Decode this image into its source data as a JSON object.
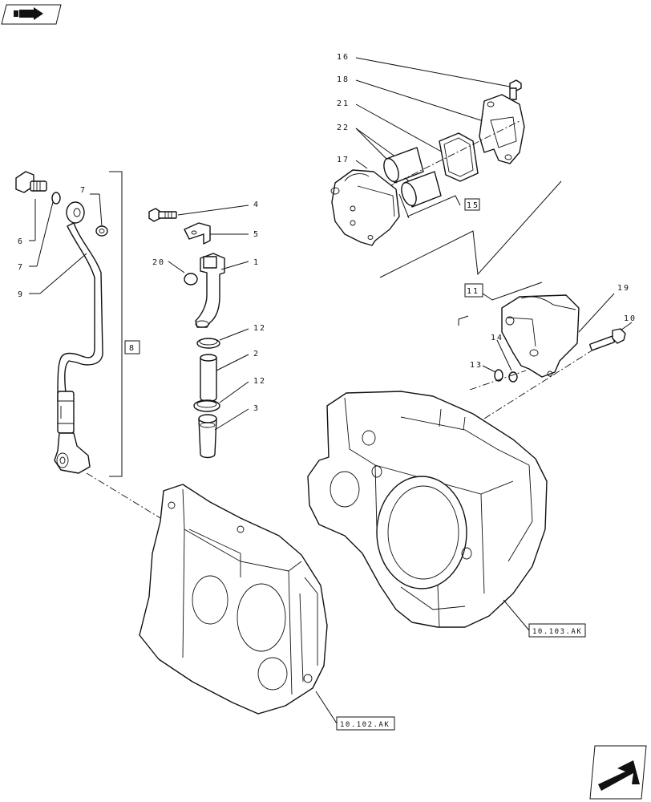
{
  "nav": {
    "top_icon": "previous-page-arrow-icon",
    "bottom_icon": "next-page-arrow-icon"
  },
  "callouts": {
    "c16": "16",
    "c18": "18",
    "c21": "21",
    "c22": "22",
    "c17": "17",
    "c4": "4",
    "c5": "5",
    "c20": "20",
    "c1": "1",
    "c12a": "12",
    "c2": "2",
    "c12b": "12",
    "c3": "3",
    "c6": "6",
    "c7a": "7",
    "c7b": "7",
    "c9": "9",
    "c19": "19",
    "c10": "10",
    "c14": "14",
    "c13": "13"
  },
  "boxes": {
    "b8": "8",
    "b11": "11",
    "b15": "15"
  },
  "refs": {
    "r103": "10.103.AK",
    "r102": "10.102.AK"
  }
}
